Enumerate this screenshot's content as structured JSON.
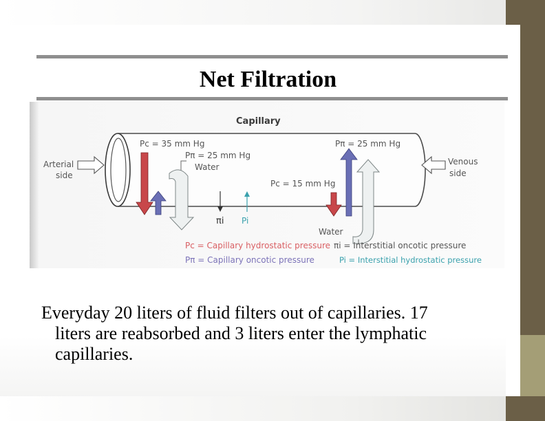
{
  "slide": {
    "title": "Net Filtration",
    "body": "Everyday 20 liters of fluid filters out of capillaries.  17 liters are reabsorbed and 3 liters enter the lymphatic capillaries."
  },
  "diagram": {
    "capillary_label": "Capillary",
    "arterial_label_line1": "Arterial",
    "arterial_label_line2": "side",
    "venous_label_line1": "Venous",
    "venous_label_line2": "side",
    "arterial_pc": "Pc = 35 mm Hg",
    "arterial_ppi": "Pπ = 25 mm Hg",
    "arterial_water": "Water",
    "venous_ppi": "Pπ = 25 mm Hg",
    "venous_pc": "Pc = 15 mm Hg",
    "venous_water": "Water",
    "pi_i_symbol": "πi",
    "pi_symbol": "Pi",
    "legend": {
      "pc": "Pc = Capillary hydrostatic pressure",
      "ppi": "Pπ = Capillary oncotic pressure",
      "pii": "πi = Interstitial oncotic pressure",
      "pi": "Pi = Interstitial hydrostatic pressure"
    },
    "colors": {
      "hydrostatic_arrow": "#c8474a",
      "oncotic_arrow": "#6a6fb5",
      "water_arrow": "#eef1f1",
      "legend_red": "#d95f63",
      "legend_purple": "#7c73b8",
      "legend_teal": "#3aa1ad"
    }
  }
}
